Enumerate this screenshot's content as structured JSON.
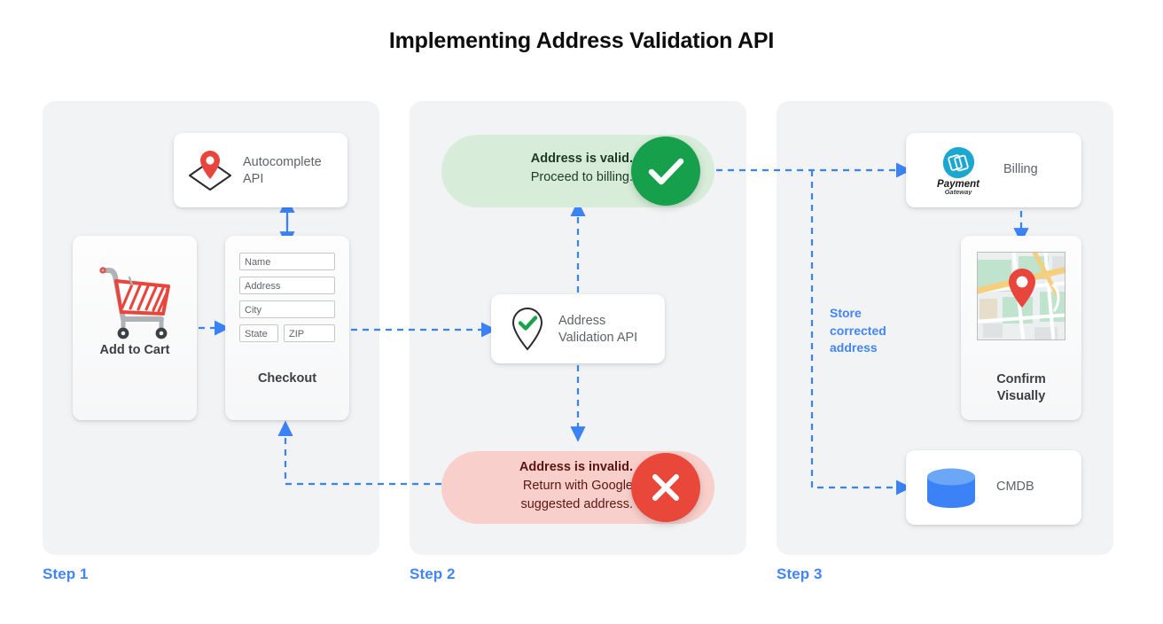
{
  "page": {
    "title": "Implementing Address Validation API",
    "background": "#ffffff"
  },
  "colors": {
    "accent_blue": "#4285f4",
    "panel_gray": "#f1f3f4",
    "valid_pill_bg": "#d7ecd9",
    "valid_badge": "#17a04c",
    "valid_text": "#1d3b24",
    "invalid_pill_bg": "#f8cfcb",
    "invalid_badge": "#e8473a",
    "invalid_text": "#5c1612",
    "card_white": "#ffffff",
    "body_text": "#5f6368",
    "heading_text": "#3c4043",
    "pin_red": "#e8453c",
    "payment_cyan": "#1ca7d0",
    "cmdb_blue": "#3b82f6"
  },
  "steps": [
    {
      "label": "Step 1"
    },
    {
      "label": "Step 2"
    },
    {
      "label": "Step 3"
    }
  ],
  "step1": {
    "autocomplete": {
      "label": "Autocomplete API",
      "icon": "map-pin-diamond-icon"
    },
    "cart": {
      "caption": "Add to Cart",
      "icon": "shopping-cart-icon"
    },
    "checkout": {
      "caption": "Checkout",
      "fields": [
        {
          "name": "name",
          "placeholder": "Name"
        },
        {
          "name": "address",
          "placeholder": "Address"
        },
        {
          "name": "city",
          "placeholder": "City"
        },
        {
          "name": "state",
          "placeholder": "State"
        },
        {
          "name": "zip",
          "placeholder": "ZIP"
        }
      ]
    }
  },
  "step2": {
    "valid": {
      "title": "Address is valid.",
      "subtitle": "Proceed to billing.",
      "badge_icon": "check-icon"
    },
    "invalid": {
      "title": "Address is invalid.",
      "subtitle_line1": "Return with Google",
      "subtitle_line2": "suggested address.",
      "badge_icon": "close-icon"
    },
    "validation_api": {
      "label_line1": "Address",
      "label_line2": "Validation API",
      "icon": "pin-check-icon"
    }
  },
  "step3": {
    "billing": {
      "label": "Billing",
      "logo_primary": "Payment",
      "logo_secondary": "Gateway",
      "icon": "payment-gateway-icon"
    },
    "confirm": {
      "caption_line1": "Confirm",
      "caption_line2": "Visually",
      "icon": "map-thumbnail-icon"
    },
    "cmdb": {
      "label": "CMDB",
      "icon": "database-icon"
    },
    "store_note_line1": "Store",
    "store_note_line2": "corrected",
    "store_note_line3": "address"
  }
}
